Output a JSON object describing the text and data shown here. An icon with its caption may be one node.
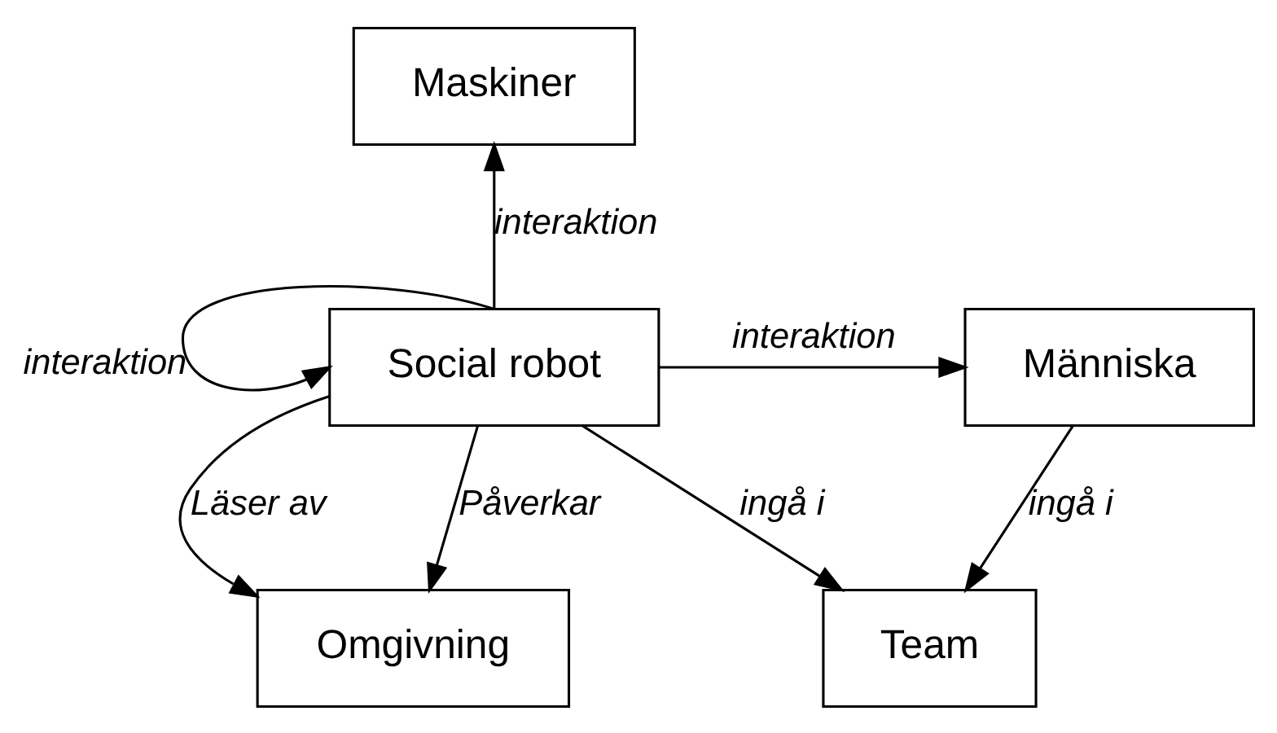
{
  "diagram": {
    "nodes": [
      {
        "text": [
          "Maskiner"
        ]
      },
      {
        "text": [
          "Social robot"
        ]
      },
      {
        "text": [
          "Människa"
        ]
      },
      {
        "text": [
          "Team"
        ]
      },
      {
        "text": [
          "Omgivning"
        ]
      }
    ],
    "edges": [
      {
        "from": 1,
        "to": 1,
        "arrow": "to",
        "label": "interaktion"
      },
      {
        "from": 1,
        "to": 0,
        "arrow": "to",
        "label": "interaktion"
      },
      {
        "from": 1,
        "to": 2,
        "arrow": "to",
        "label": "interaktion"
      },
      {
        "from": 2,
        "to": 3,
        "arrow": "to",
        "label": "ingå i"
      },
      {
        "from": 1,
        "to": 3,
        "arrow": "to",
        "label": "ingå i"
      },
      {
        "from": 1,
        "to": 4,
        "arrow": "to",
        "label": "Läser av"
      },
      {
        "from": 1,
        "to": 4,
        "arrow": "to",
        "label": "Påverkar"
      }
    ]
  }
}
